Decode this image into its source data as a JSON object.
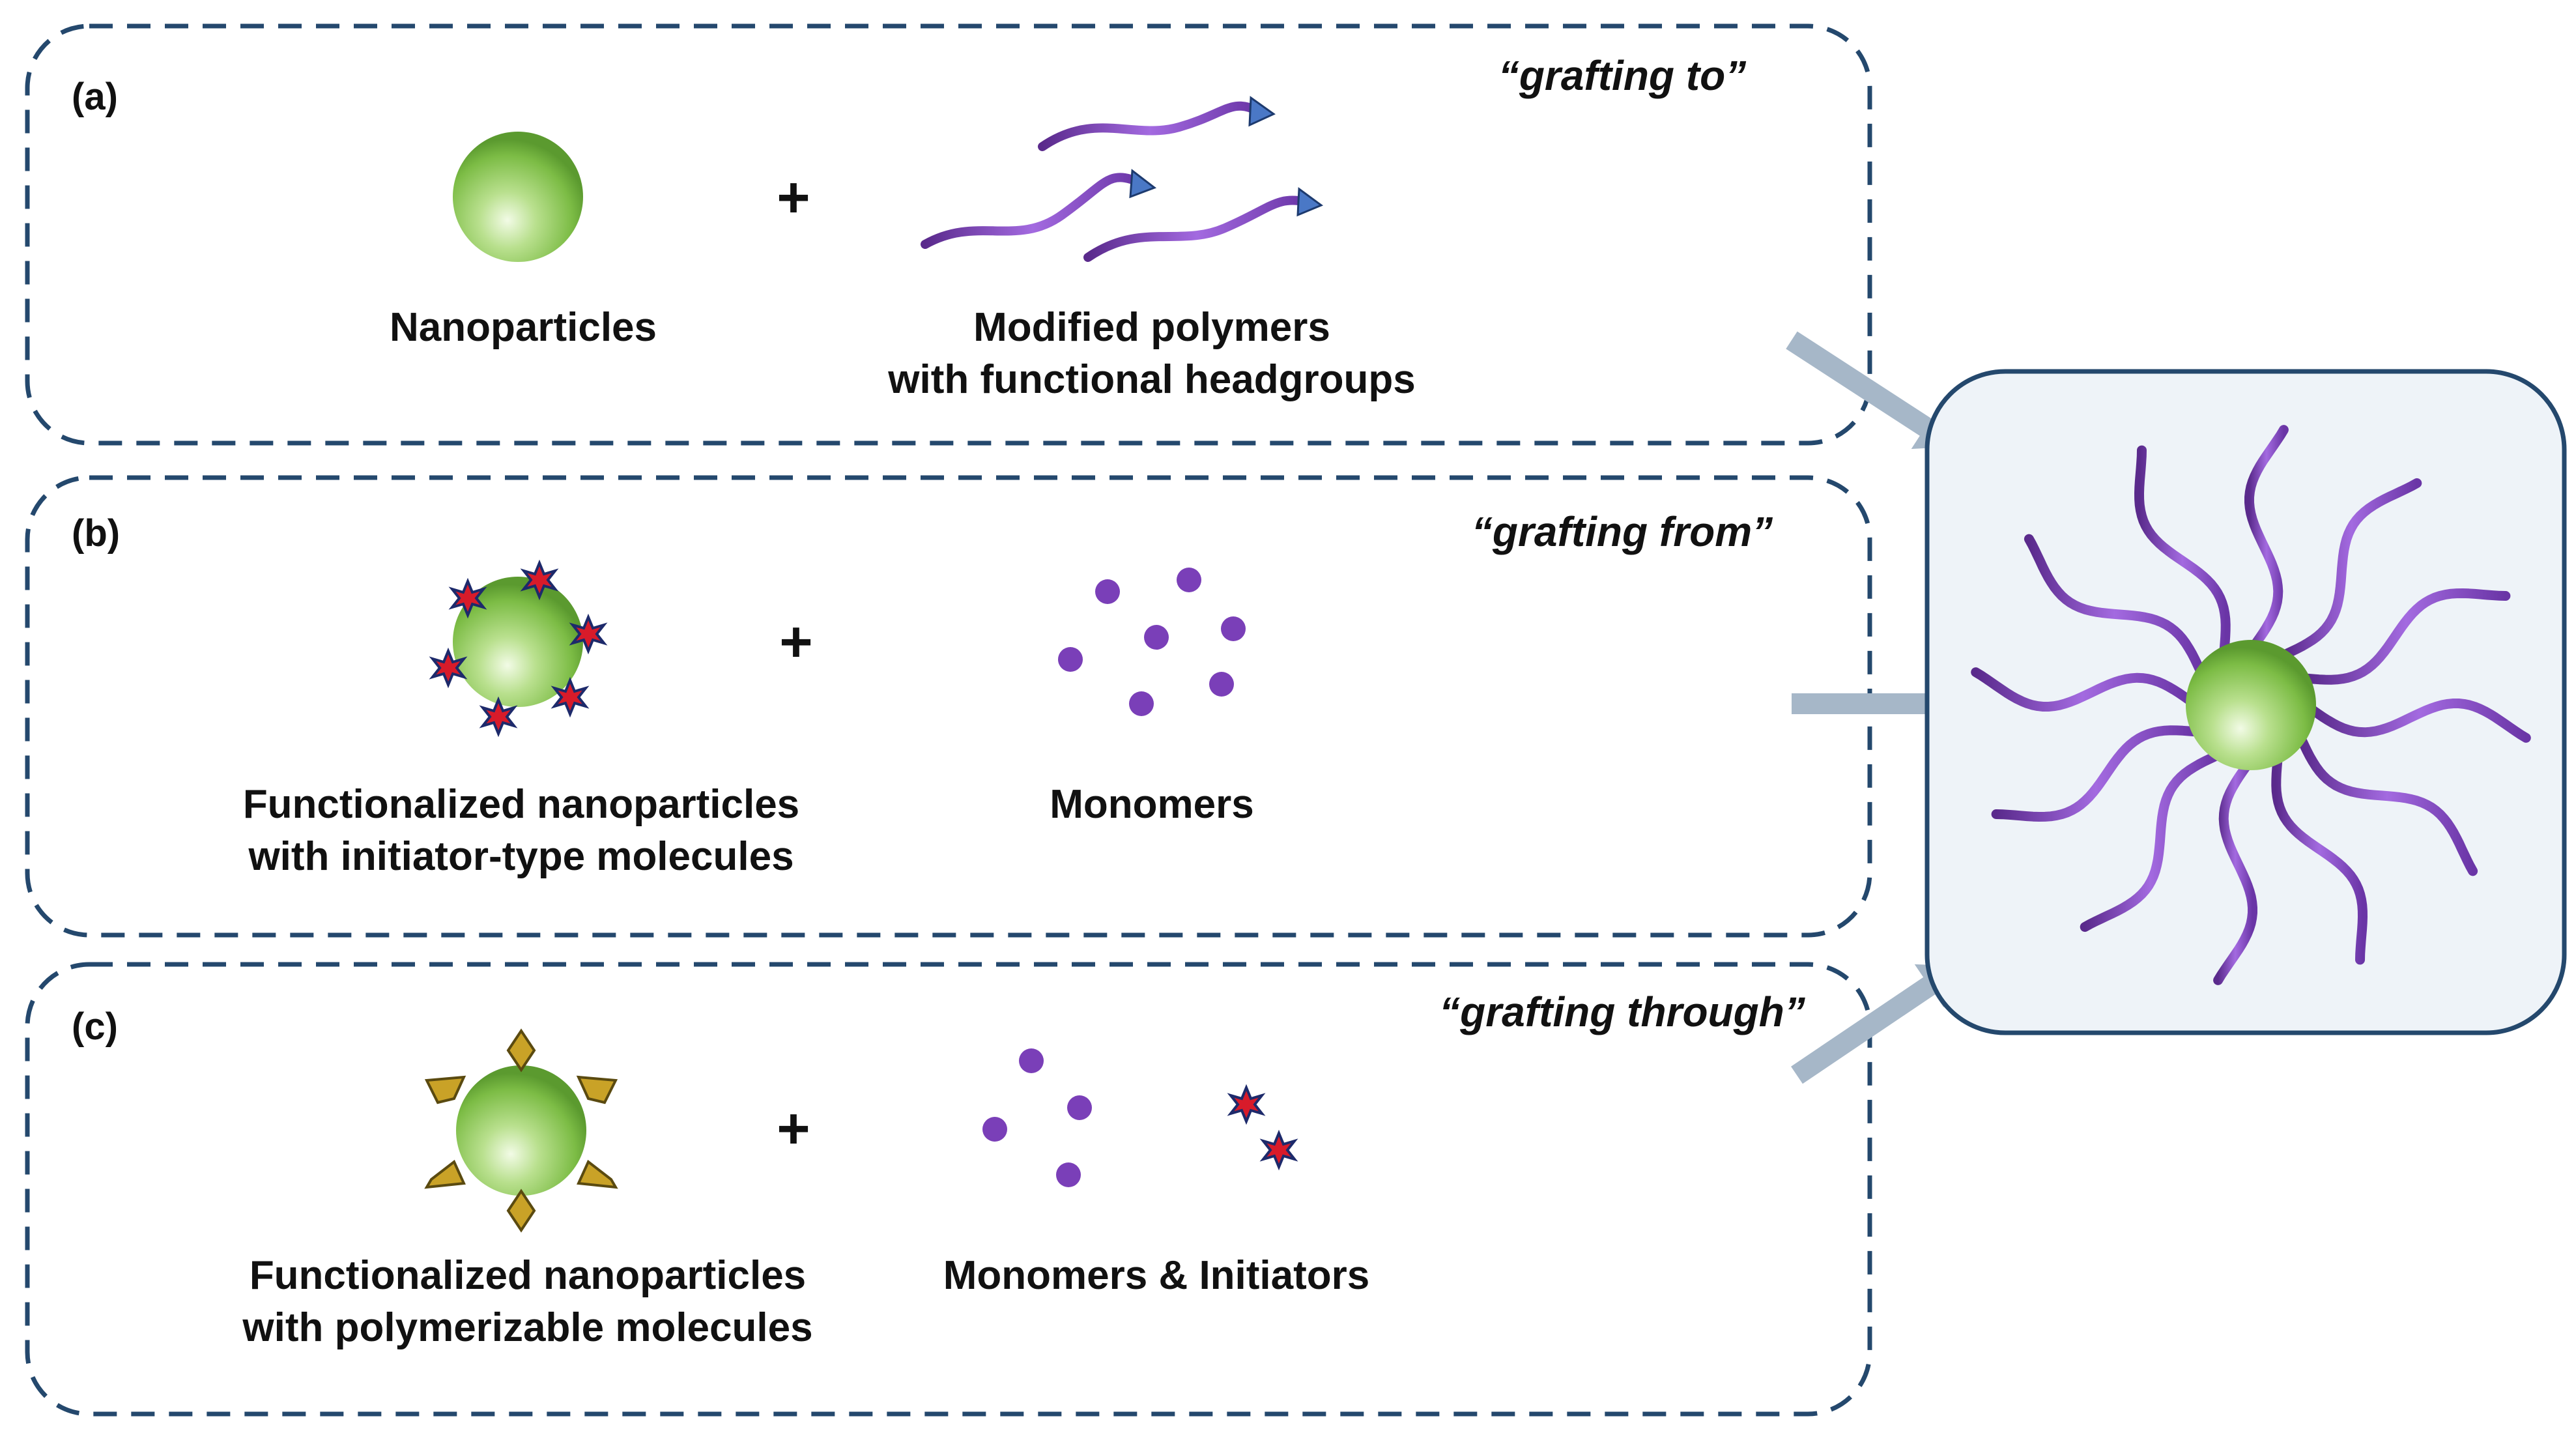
{
  "panels": [
    {
      "letter": "(a)",
      "method": "“grafting to”",
      "method_color": "#2d5f8a",
      "left_caption": [
        "Nanoparticles"
      ],
      "right_caption": [
        "Modified polymers",
        "with functional headgroups"
      ]
    },
    {
      "letter": "(b)",
      "method": "“grafting from”",
      "method_color": "#c0141c",
      "left_caption": [
        "Functionalized nanoparticles",
        "with initiator-type molecules"
      ],
      "right_caption": [
        "Monomers"
      ]
    },
    {
      "letter": "(c)",
      "method": "“grafting through”",
      "method_color": "#4a6e1e",
      "left_caption": [
        "Functionalized nanoparticles",
        "with polymerizable molecules"
      ],
      "right_caption": [
        "Monomers & Initiators"
      ]
    }
  ],
  "plus_sign": "+",
  "colors": {
    "panel_border": "#24486d",
    "result_fill": "#eef3f8",
    "arrow": "#a6b7c8",
    "polymer": "#8a4fc7",
    "monomer": "#7a3fb8",
    "nanoparticle": "#7fbf4a",
    "initiator": "#d81b2a",
    "initiator_outline": "#1d2a6b",
    "polymerizable_group": "#c9a227",
    "headgroup": "#4a78c6"
  }
}
